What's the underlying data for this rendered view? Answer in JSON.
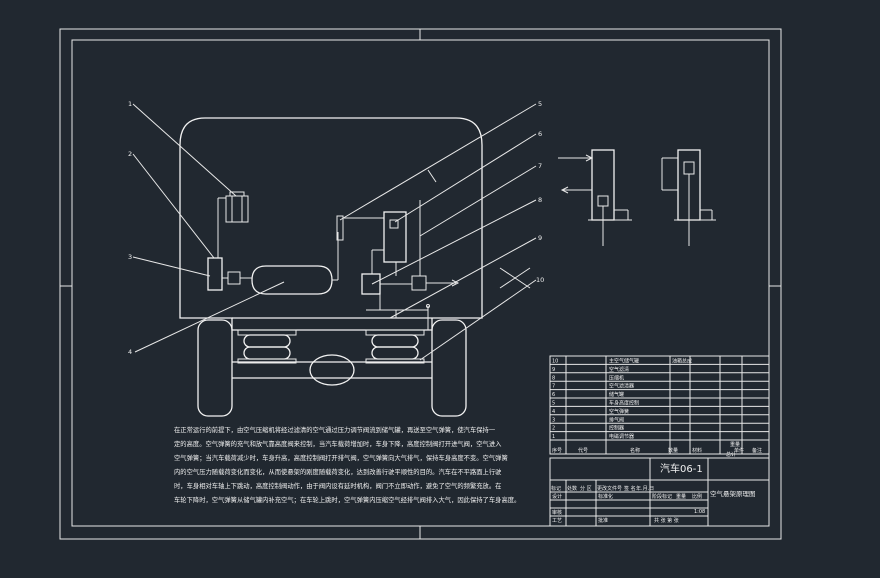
{
  "title_block": {
    "vehicle_model": "汽车06-1",
    "drawing_title": "空气悬架原理图",
    "scale_text": "1:08",
    "count_text": "共 张 第 张"
  },
  "part_callouts": [
    "1",
    "2",
    "3",
    "4",
    "5",
    "6",
    "7",
    "8",
    "9",
    "10"
  ],
  "parts_list": {
    "headers": [
      "序号",
      "代号",
      "名称",
      "数量",
      "材料",
      "单件",
      "总计",
      "备注"
    ],
    "weight_header": "重量",
    "rows": [
      {
        "no": "10",
        "name": "主空气储气罐",
        "qty": "",
        "note": "油箱总成"
      },
      {
        "no": "9",
        "name": "空气滤清",
        "qty": "",
        "note": ""
      },
      {
        "no": "8",
        "name": "压缩机",
        "qty": "",
        "note": ""
      },
      {
        "no": "7",
        "name": "空气滤清器",
        "qty": "",
        "note": ""
      },
      {
        "no": "6",
        "name": "储气罐",
        "qty": "",
        "note": ""
      },
      {
        "no": "5",
        "name": "车身高度控制",
        "qty": "",
        "note": ""
      },
      {
        "no": "4",
        "name": "空气弹簧",
        "qty": "",
        "note": ""
      },
      {
        "no": "3",
        "name": "排气阀",
        "qty": "",
        "note": ""
      },
      {
        "no": "2",
        "name": "控制器",
        "qty": "",
        "note": ""
      },
      {
        "no": "1",
        "name": "电磁调节器",
        "qty": "",
        "note": ""
      }
    ]
  },
  "approval_rows": {
    "row1": [
      "标记",
      "处数",
      "分 区",
      "更改文件号",
      "签 名",
      "年.月.日"
    ],
    "row2": [
      "设计",
      "",
      "",
      "标准化"
    ],
    "row3_labels": [
      "阶段标记",
      "重量",
      "比例"
    ],
    "review": "审核",
    "process": "工艺",
    "approve": "批准"
  },
  "note_lines": [
    "在正常运行的前提下，由空气压缩机将经过滤清的空气通过压力调节阀流到储气罐，再送至空气弹簧，使汽车保持一",
    "定的高度。空气弹簧的充气和放气靠高度阀来控制，当汽车载荷增加时，车身下降，高度控制阀打开进气阀，空气进入",
    "空气弹簧；当汽车载荷减少时，车身升高，高度控制阀打开排气阀，空气弹簧向大气排气，保持车身高度不变。空气弹簧",
    "内的空气压力随载荷变化而变化，从而使悬架的刚度随载荷变化，达到改善行驶平顺性的目的。汽车在不平路面上行驶",
    "时，车身相对车轴上下跳动，高度控制阀动作，由于阀内设有延时机构，阀门不立即动作，避免了空气的频繁充放。在",
    "车轮下降时，空气弹簧从储气罐内补充空气；在车轮上跳时，空气弹簧内压缩空气经排气阀排入大气，因此保持了车身高度。"
  ]
}
